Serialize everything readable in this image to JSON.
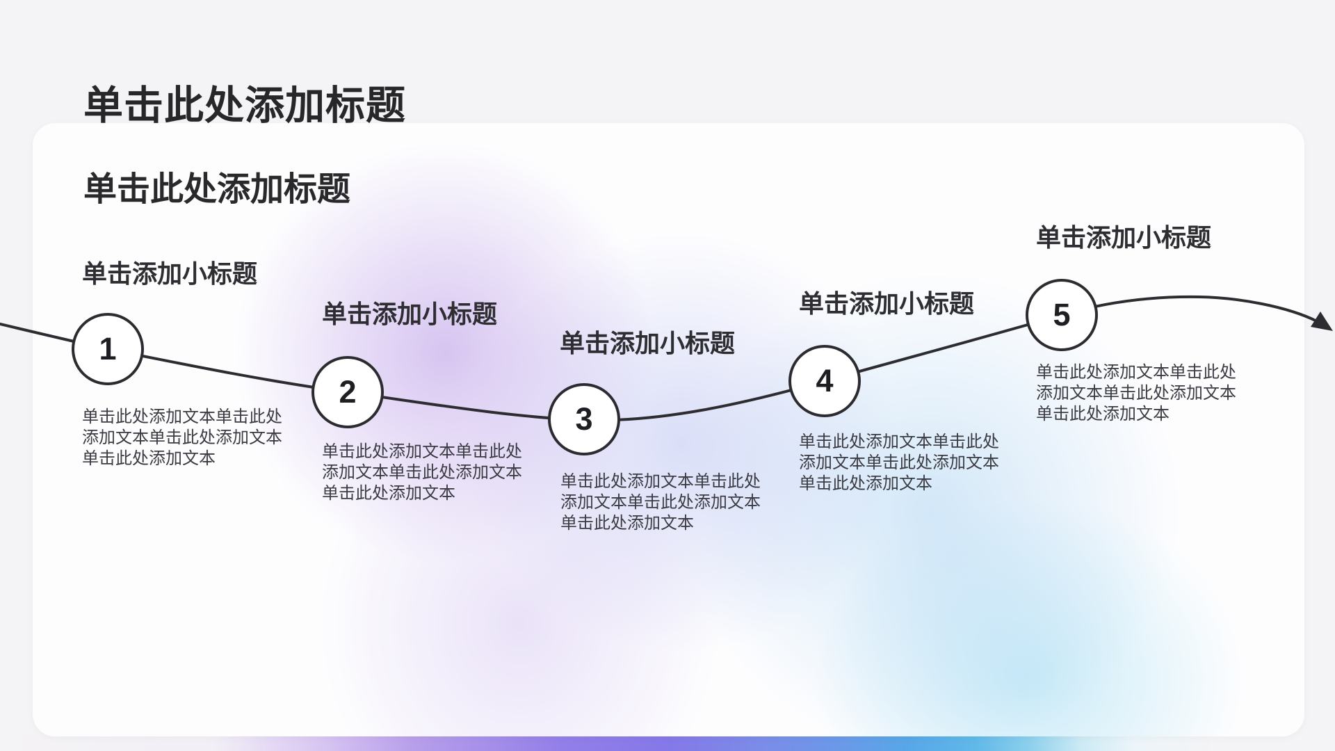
{
  "page": {
    "title": "单击此处添加标题",
    "background_color": "#f4f3f5"
  },
  "card": {
    "title": "单击此处添加标题",
    "background_color": "#fdfdfe",
    "gradient_colors": {
      "purple": "#b796e6",
      "periwinkle": "#a5afee",
      "blue": "#8cc3ee",
      "cyan": "#96d8f2"
    }
  },
  "timeline": {
    "line_color": "#2d2d31",
    "steps": [
      {
        "number": "1",
        "subtitle": "单击添加小标题",
        "body": "单击此处添加文本单击此处添加文本单击此处添加文本单击此处添加文本"
      },
      {
        "number": "2",
        "subtitle": "单击添加小标题",
        "body": "单击此处添加文本单击此处添加文本单击此处添加文本单击此处添加文本"
      },
      {
        "number": "3",
        "subtitle": "单击添加小标题",
        "body": "单击此处添加文本单击此处添加文本单击此处添加文本单击此处添加文本"
      },
      {
        "number": "4",
        "subtitle": "单击添加小标题",
        "body": "单击此处添加文本单击此处添加文本单击此处添加文本单击此处添加文本"
      },
      {
        "number": "5",
        "subtitle": "单击添加小标题",
        "body": "单击此处添加文本单击此处添加文本单击此处添加文本单击此处添加文本"
      }
    ]
  },
  "bottom_strip": {
    "colors": [
      "#f4f3f5",
      "#b79fea",
      "#8578e8",
      "#7b8ce8",
      "#57a7e8",
      "#60b8e9",
      "#cdeaf5",
      "#f4f3f5"
    ]
  }
}
